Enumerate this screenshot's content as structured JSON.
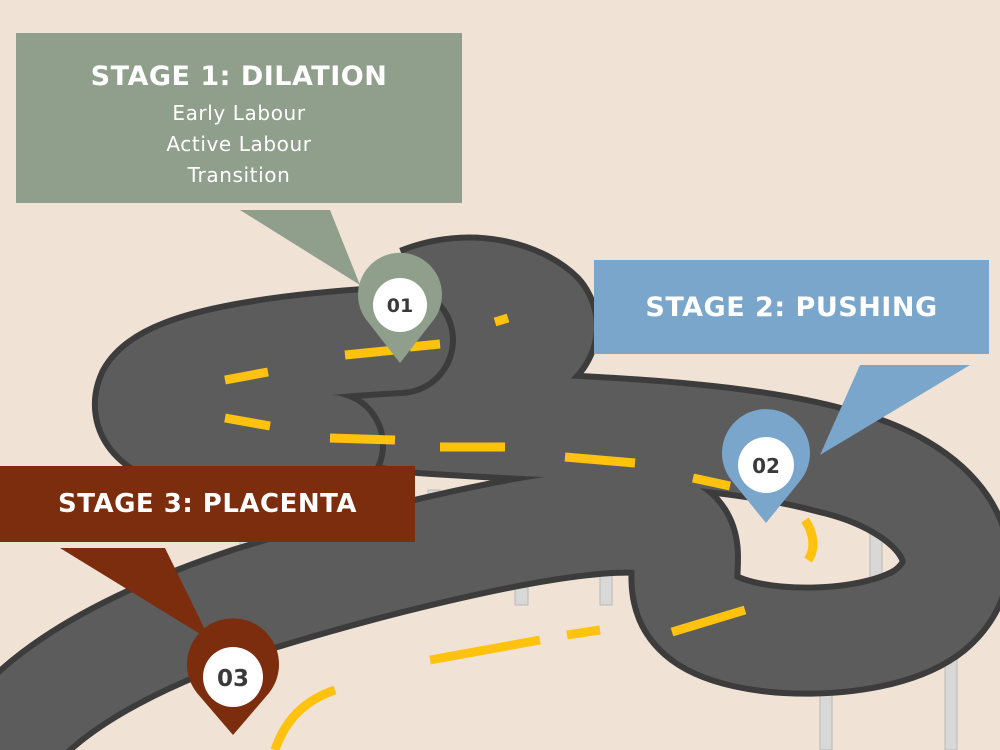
{
  "stages": [
    {
      "title": "STAGE 1: DILATION",
      "items": [
        "Early Labour",
        "Active Labour",
        "Transition"
      ],
      "color": "#909f8c"
    },
    {
      "title": "STAGE 2: PUSHING",
      "items": [],
      "color": "#7aa6cc"
    },
    {
      "title": "STAGE 3: PLACENTA",
      "items": [],
      "color": "#7b2d0d"
    }
  ],
  "markers": [
    "01",
    "02",
    "03"
  ],
  "colors": {
    "background": "#f0e3d6",
    "road": "#5b5b5b",
    "road_edge": "#3a3a3a",
    "road_dash": "#ffc20e",
    "pillar": "#d9d9d9"
  }
}
